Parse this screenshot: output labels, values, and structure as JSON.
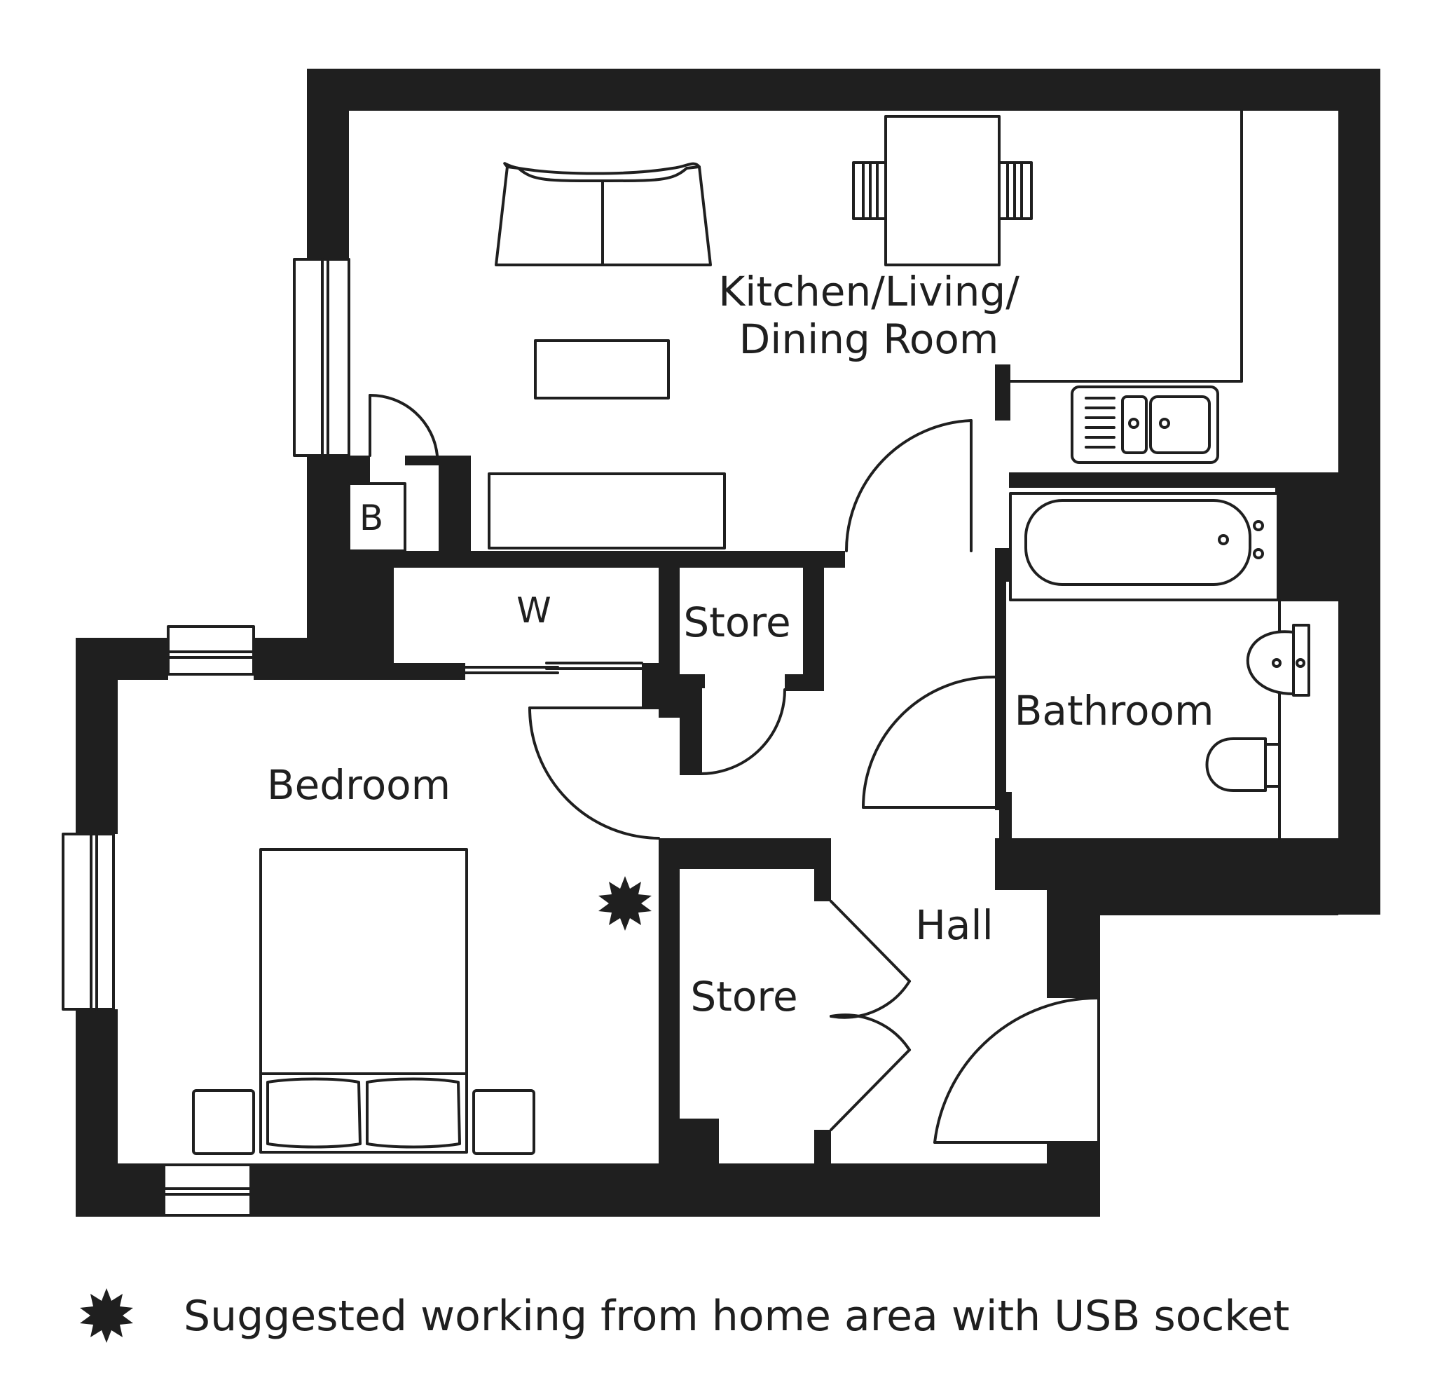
{
  "rooms": {
    "kitchen_line1": "Kitchen/Living/",
    "kitchen_line2": "Dining Room",
    "bedroom": "Bedroom",
    "bathroom": "Bathroom",
    "hall": "Hall",
    "store_upper": "Store",
    "store_lower": "Store",
    "wardrobe": "W",
    "boiler": "B"
  },
  "legend": {
    "text": "Suggested working from home area with USB socket",
    "icon": "star-burst-icon"
  },
  "colors": {
    "wall": "#1f1f1f",
    "background": "#ffffff"
  }
}
